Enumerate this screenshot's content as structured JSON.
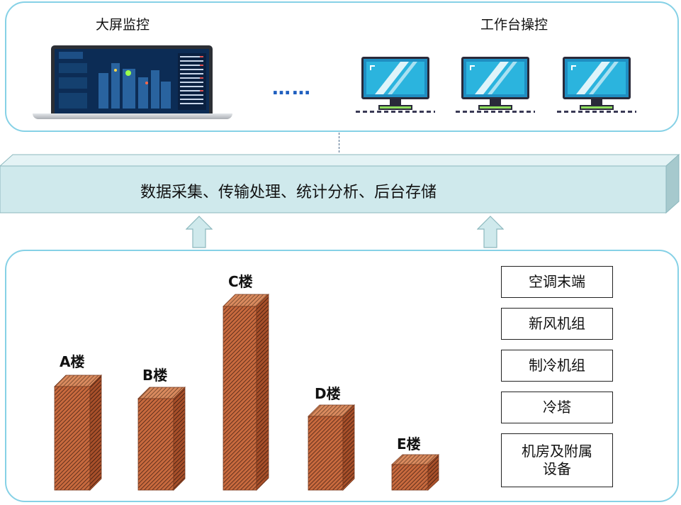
{
  "top": {
    "left_title": "大屏监控",
    "ellipsis": "……",
    "right_title": "工作台操控"
  },
  "middle": {
    "processing_text": "数据采集、传输处理、统计分析、后台存储"
  },
  "buildings": [
    {
      "label": "A楼"
    },
    {
      "label": "B楼"
    },
    {
      "label": "C楼"
    },
    {
      "label": "D楼"
    },
    {
      "label": "E楼"
    }
  ],
  "systems": [
    {
      "label": "空调末端"
    },
    {
      "label": "新风机组"
    },
    {
      "label": "制冷机组"
    },
    {
      "label": "冷塔"
    },
    {
      "label": "机房及附属\n设备"
    }
  ],
  "colors": {
    "panel_border": "#86d1e6",
    "band_fill": "#cfe9ec",
    "building_fill": "#c45a2e",
    "arrow_fill": "#cfe9ec"
  }
}
